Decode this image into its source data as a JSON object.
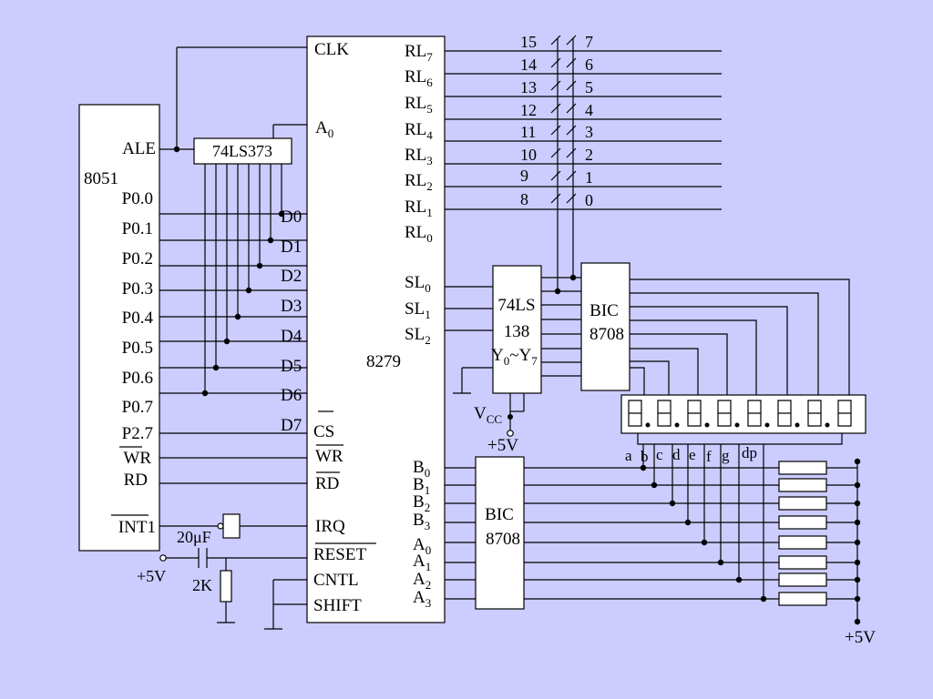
{
  "chip_8051": {
    "name": "8051",
    "ale": "ALE",
    "pins": [
      "P0.0",
      "P0.1",
      "P0.2",
      "P0.3",
      "P0.4",
      "P0.5",
      "P0.6",
      "P0.7",
      "P2.7"
    ],
    "wr": "WR",
    "rd": "RD",
    "int1": "INT1"
  },
  "latch": {
    "name": "74LS373"
  },
  "chip_8279": {
    "name": "8279",
    "clk": "CLK",
    "a0": {
      "base": "A",
      "sub": "0"
    },
    "data_pins": [
      "D0",
      "D1",
      "D2",
      "D3",
      "D4",
      "D5",
      "D6",
      "D7"
    ],
    "cs": "CS",
    "wr": "WR",
    "rd": "RD",
    "irq": "IRQ",
    "reset": "RESET",
    "cntl": "CNTL",
    "shift": "SHIFT",
    "rl_pins": [
      {
        "base": "RL",
        "sub": "7"
      },
      {
        "base": "RL",
        "sub": "6"
      },
      {
        "base": "RL",
        "sub": "5"
      },
      {
        "base": "RL",
        "sub": "4"
      },
      {
        "base": "RL",
        "sub": "3"
      },
      {
        "base": "RL",
        "sub": "2"
      },
      {
        "base": "RL",
        "sub": "1"
      },
      {
        "base": "RL",
        "sub": "0"
      }
    ],
    "sl_pins": [
      {
        "base": "SL",
        "sub": "0"
      },
      {
        "base": "SL",
        "sub": "1"
      },
      {
        "base": "SL",
        "sub": "2"
      }
    ],
    "b_pins": [
      {
        "base": "B",
        "sub": "0"
      },
      {
        "base": "B",
        "sub": "1"
      },
      {
        "base": "B",
        "sub": "2"
      },
      {
        "base": "B",
        "sub": "3"
      },
      {
        "base": "A",
        "sub": "0"
      },
      {
        "base": "A",
        "sub": "1"
      },
      {
        "base": "A",
        "sub": "2"
      },
      {
        "base": "A",
        "sub": "3"
      }
    ]
  },
  "keys": {
    "left_numbers": [
      "15",
      "14",
      "13",
      "12",
      "11",
      "10",
      "9",
      "8"
    ],
    "right_numbers": [
      "7",
      "6",
      "5",
      "4",
      "3",
      "2",
      "1",
      "0"
    ]
  },
  "decoder": {
    "line1": "74LS",
    "line2": "138",
    "outputs": {
      "base": "Y",
      "sub1": "0",
      "mid": "~Y",
      "sub2": "7"
    },
    "vcc": {
      "base": "V",
      "sub": "CC"
    },
    "supply": "+5V"
  },
  "bic_top": {
    "line1": "BIC",
    "line2": "8708"
  },
  "bic_bottom": {
    "line1": "BIC",
    "line2": "8708"
  },
  "segments": [
    "a",
    "b",
    "c",
    "d",
    "e",
    "f",
    "g",
    "dp"
  ],
  "reset_circuit": {
    "cap": "20μF",
    "res": "2K",
    "supply": "+5V"
  },
  "right_supply": "+5V"
}
